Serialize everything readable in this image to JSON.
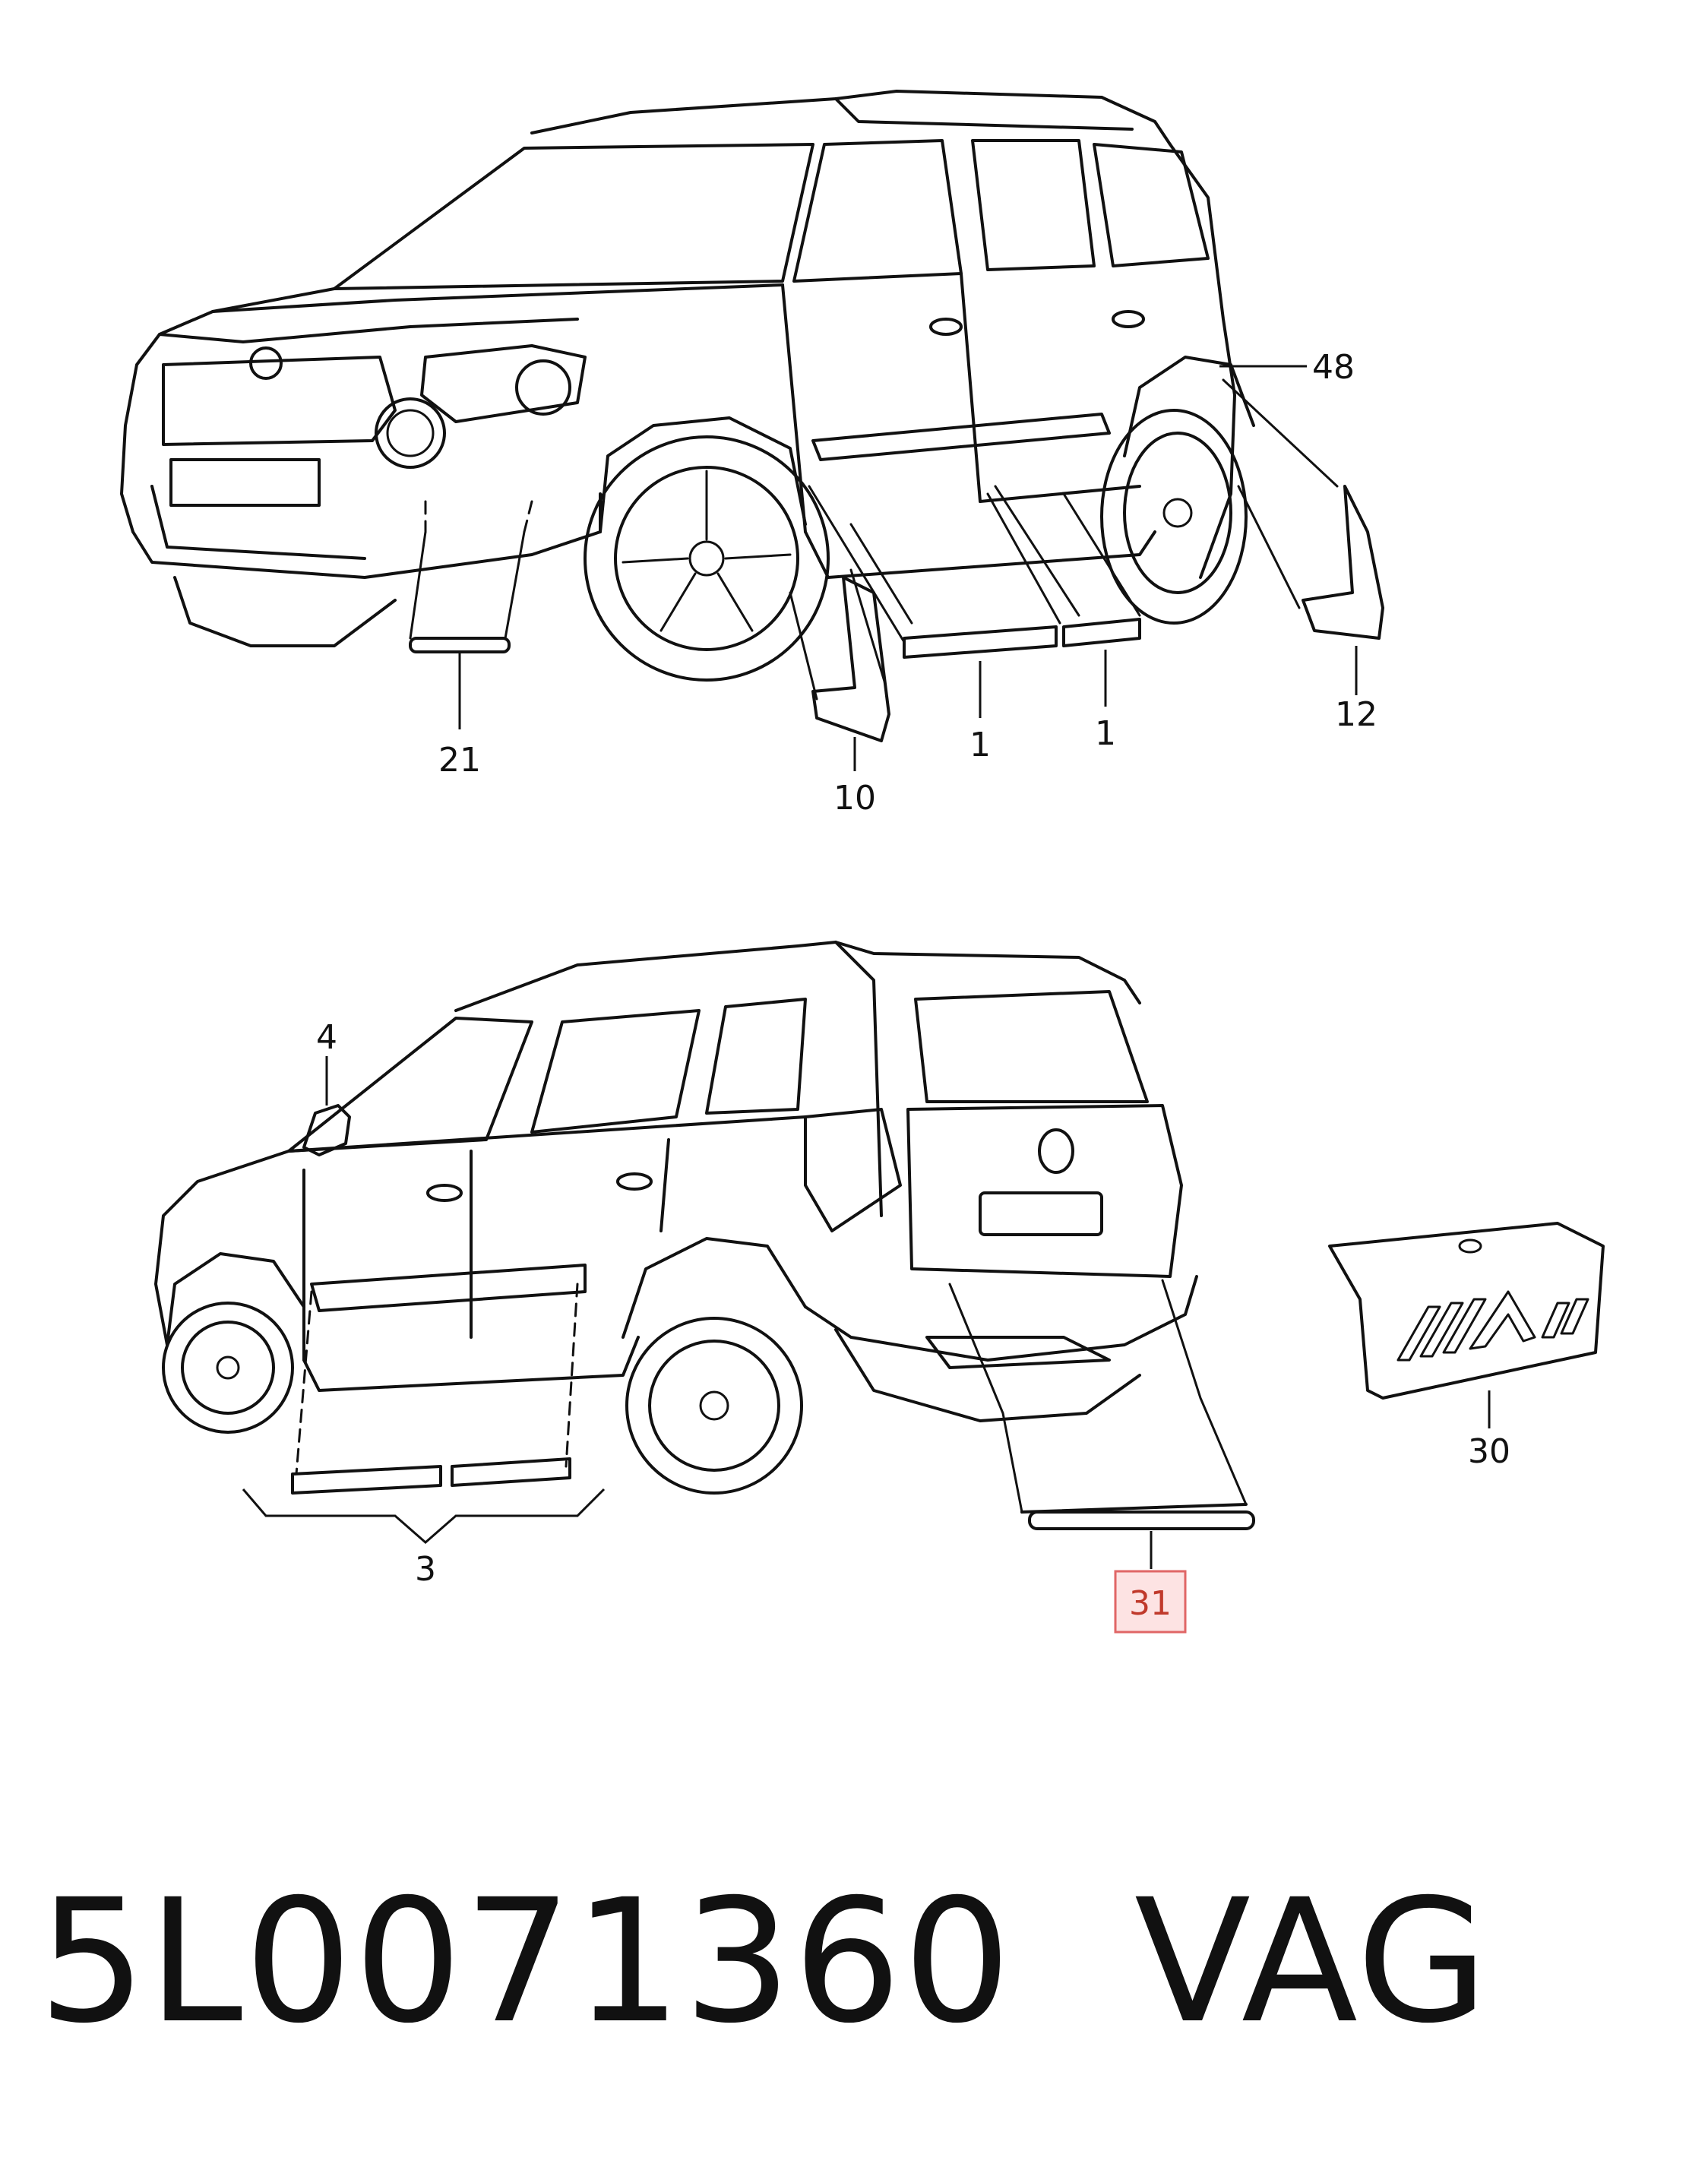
{
  "callouts": {
    "c48": "48",
    "c12": "12",
    "c21": "21",
    "c10": "10",
    "c1a": "1",
    "c1b": "1",
    "c4": "4",
    "c3": "3",
    "c30": "30",
    "c31": "31"
  },
  "highlighted_part": "31",
  "highlight_color": "#e06666",
  "footer": {
    "part_number": "5L0071360",
    "brand": "VAG"
  }
}
